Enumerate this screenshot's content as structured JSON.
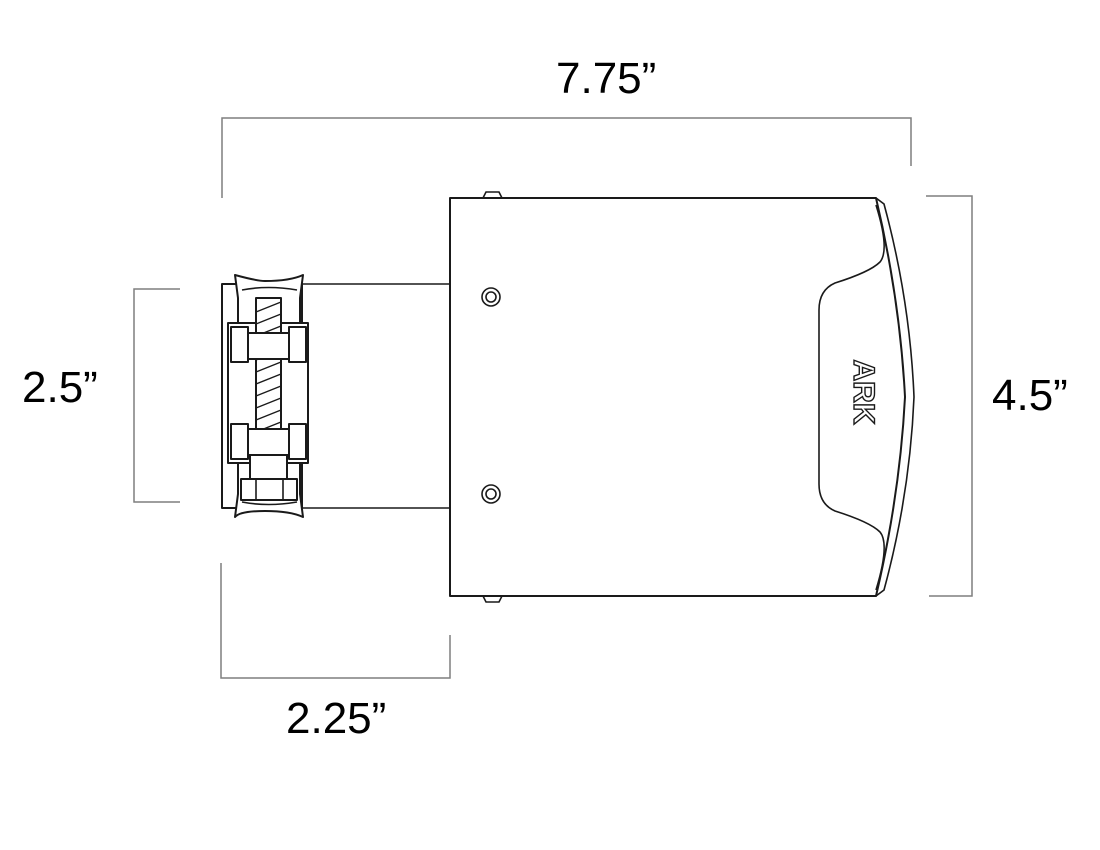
{
  "diagram": {
    "type": "product dimension drawing",
    "subject": "exhaust tip with clamp",
    "line_color": "#1a1a1a",
    "dimension_line_color": "#7f7f7f",
    "background": "#ffffff"
  },
  "dimensions": {
    "overall_length": {
      "label": "7.75”",
      "value": 7.75,
      "unit": "in"
    },
    "outlet_height": {
      "label": "4.5”",
      "value": 4.5,
      "unit": "in"
    },
    "inlet_diameter": {
      "label": "2.5”",
      "value": 2.5,
      "unit": "in"
    },
    "inlet_length": {
      "label": "2.25”",
      "value": 2.25,
      "unit": "in"
    }
  },
  "logo": {
    "name": "brand-logo",
    "text": "ARK"
  }
}
